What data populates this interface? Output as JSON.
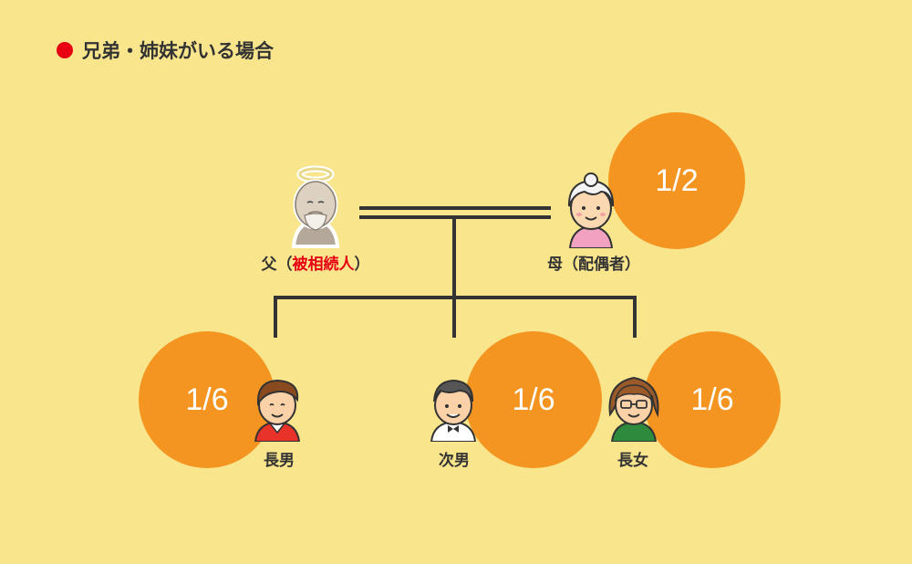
{
  "title": "兄弟・姉妹がいる場合",
  "colors": {
    "background": "#f9e58c",
    "share_circle": "#f39520",
    "accent_red": "#e60012",
    "line": "#333333"
  },
  "father": {
    "label_prefix": "父（",
    "label_highlight": "被相続人",
    "label_suffix": "）",
    "icon": "angel-old-man-icon"
  },
  "mother": {
    "label": "母（配偶者）",
    "share": "1/2",
    "icon": "grandmother-icon"
  },
  "children": [
    {
      "label": "長男",
      "share": "1/6",
      "icon": "eldest-son-icon"
    },
    {
      "label": "次男",
      "share": "1/6",
      "icon": "second-son-icon"
    },
    {
      "label": "長女",
      "share": "1/6",
      "icon": "eldest-daughter-icon"
    }
  ]
}
